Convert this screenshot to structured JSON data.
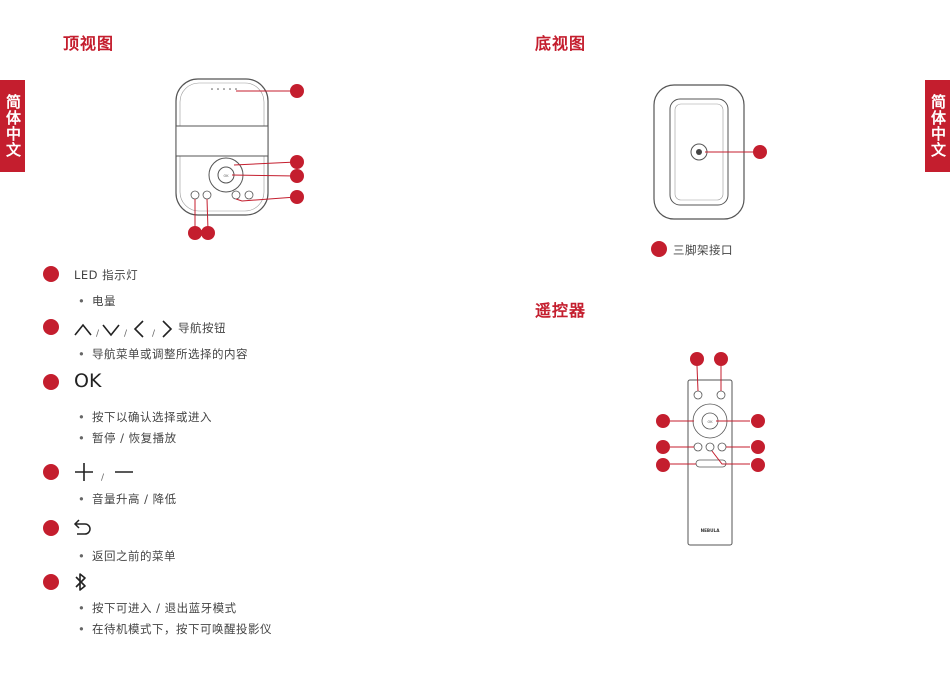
{
  "side_tab_text": "简体中文",
  "top_view": {
    "title": "顶视图",
    "items": [
      {
        "label": "LED 指示灯",
        "bullets": [
          "电量"
        ]
      },
      {
        "label": "导航按钮",
        "bullets": [
          "导航菜单或调整所选择的内容"
        ]
      },
      {
        "label": "OK",
        "bullets": [
          "按下以确认选择或进入",
          "暂停 / 恢复播放"
        ]
      },
      {
        "label": "",
        "bullets": [
          "音量升高 / 降低"
        ]
      },
      {
        "label": "",
        "bullets": [
          "返回之前的菜单"
        ]
      },
      {
        "label": "",
        "bullets": [
          "按下可进入 / 退出蓝牙模式",
          "在待机模式下，按下可唤醒投影仪"
        ]
      }
    ],
    "sep": "/"
  },
  "bottom_view": {
    "title": "底视图",
    "items": [
      {
        "label": "三脚架接口"
      }
    ]
  },
  "remote": {
    "title": "遥控器",
    "brand": "NEBULA"
  },
  "colors": {
    "accent": "#c41e2e"
  }
}
